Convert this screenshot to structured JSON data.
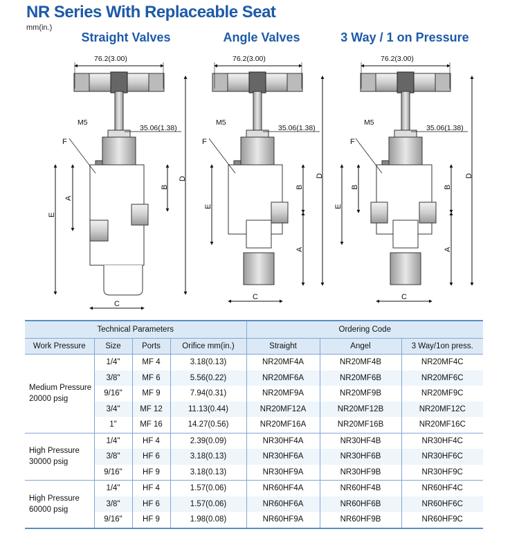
{
  "title": "NR Series With Replaceable Seat",
  "unit": "mm(in.)",
  "views": [
    {
      "title": "Straight Valves"
    },
    {
      "title": "Angle Valves"
    },
    {
      "title": "3 Way / 1 on Pressure"
    }
  ],
  "dims": {
    "width": "76.2(3.00)",
    "stem": "35.06(1.38)",
    "m5": "M5",
    "f": "F",
    "a": "A",
    "b": "B",
    "c": "C",
    "d": "D",
    "e": "E"
  },
  "table": {
    "group_tech": "Technical Parameters",
    "group_order": "Ordering Code",
    "columns": [
      "Work Pressure",
      "Size",
      "Ports",
      "Orifice mm(in.)",
      "Straight",
      "Angel",
      "3 Way/1on press."
    ],
    "groups": [
      {
        "label_line1": "Medium Pressure",
        "label_line2": "20000 psig",
        "rows": [
          [
            "1/4\"",
            "MF 4",
            "3.18(0.13)",
            "NR20MF4A",
            "NR20MF4B",
            "NR20MF4C"
          ],
          [
            "3/8\"",
            "MF 6",
            "5.56(0.22)",
            "NR20MF6A",
            "NR20MF6B",
            "NR20MF6C"
          ],
          [
            "9/16\"",
            "MF 9",
            "7.94(0.31)",
            "NR20MF9A",
            "NR20MF9B",
            "NR20MF9C"
          ],
          [
            "3/4\"",
            "MF 12",
            "11.13(0.44)",
            "NR20MF12A",
            "NR20MF12B",
            "NR20MF12C"
          ],
          [
            "1\"",
            "MF 16",
            "14.27(0.56)",
            "NR20MF16A",
            "NR20MF16B",
            "NR20MF16C"
          ]
        ]
      },
      {
        "label_line1": "High Pressure",
        "label_line2": "30000 psig",
        "rows": [
          [
            "1/4\"",
            "HF 4",
            "2.39(0.09)",
            "NR30HF4A",
            "NR30HF4B",
            "NR30HF4C"
          ],
          [
            "3/8\"",
            "HF 6",
            "3.18(0.13)",
            "NR30HF6A",
            "NR30HF6B",
            "NR30HF6C"
          ],
          [
            "9/16\"",
            "HF 9",
            "3.18(0.13)",
            "NR30HF9A",
            "NR30HF9B",
            "NR30HF9C"
          ]
        ]
      },
      {
        "label_line1": "High Pressure",
        "label_line2": "60000 psig",
        "rows": [
          [
            "1/4\"",
            "HF 4",
            "1.57(0.06)",
            "NR60HF4A",
            "NR60HF4B",
            "NR60HF4C"
          ],
          [
            "3/8\"",
            "HF 6",
            "1.57(0.06)",
            "NR60HF6A",
            "NR60HF6B",
            "NR60HF6C"
          ],
          [
            "9/16\"",
            "HF 9",
            "1.98(0.08)",
            "NR60HF9A",
            "NR60HF9B",
            "NR60HF9C"
          ]
        ]
      }
    ]
  }
}
